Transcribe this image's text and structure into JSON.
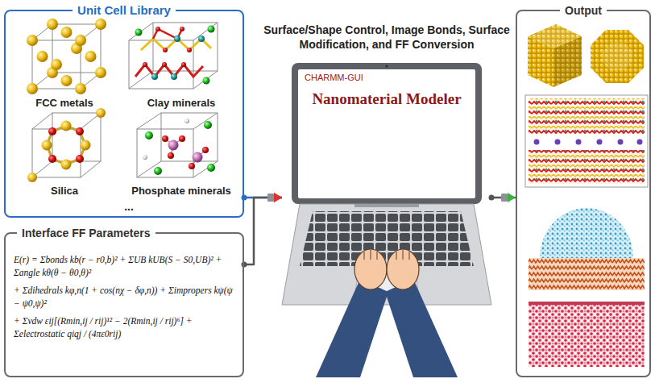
{
  "diagram": {
    "nodes": [
      {
        "text": [
          "Unit Cell Library"
        ]
      },
      {
        "text": [
          "Interface FF Parameters",
          "E(r) = Σbonds kb(r − r0,b)² + ΣUB kUB(S − S0,UB)² + Σangle kθ(θ − θ0,θ)²",
          "+ Σdihedrals kφ,n(1 + cos(nχ − δφ,n)) + Σimpropers kψ(ψ − ψ0,ψ)²",
          "+ Σvdw εij[(Rmin,ij / rij)¹² − 2(Rmin,ij / rij)⁶] + Σelectrostatic qiqj / (4πε0rij)"
        ]
      },
      {
        "text": [
          "CHARMM-GUI",
          "Nanomaterial Modeler"
        ]
      },
      {
        "text": [
          "Output"
        ]
      }
    ],
    "edges": [
      {
        "from": 0,
        "to": 2,
        "arrow": "to"
      },
      {
        "from": 1,
        "to": 2,
        "arrow": "to"
      },
      {
        "from": 2,
        "to": 3,
        "arrow": "to"
      }
    ],
    "labels": [
      "FCC metals",
      "Clay minerals",
      "Silica",
      "Phosphate minerals",
      "...",
      "Surface/Shape Control, Image Bonds, Surface Modification, and FF Conversion"
    ]
  }
}
